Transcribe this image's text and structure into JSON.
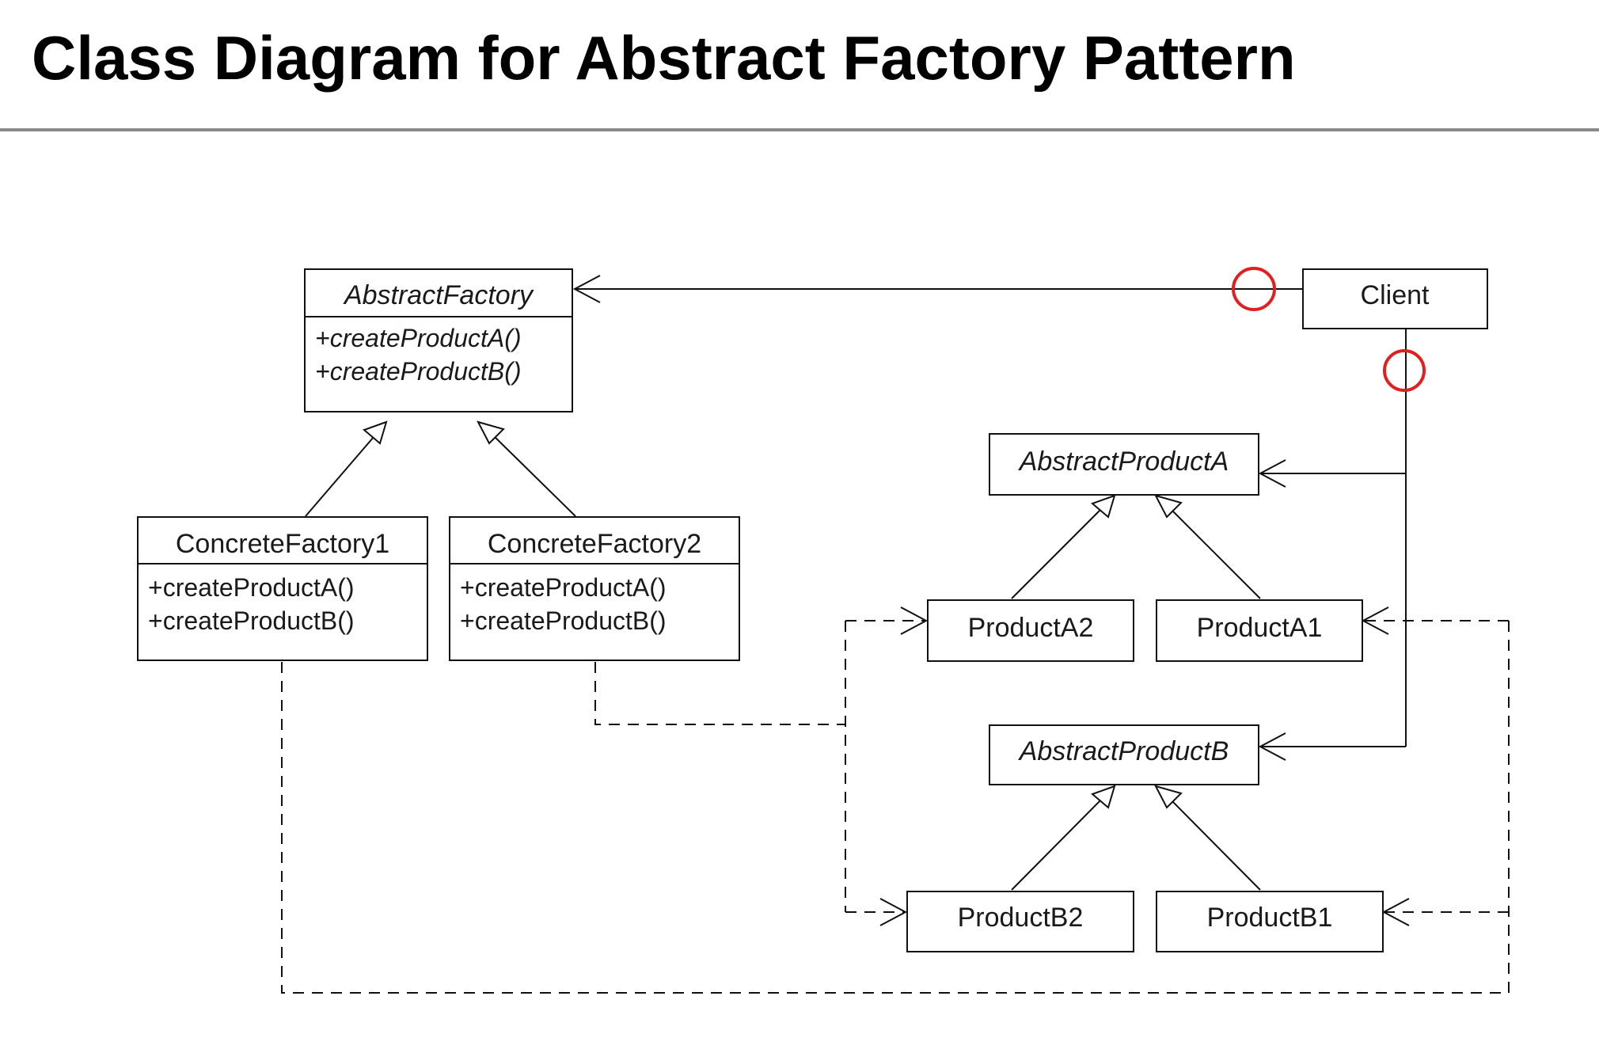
{
  "page": {
    "title": "Class Diagram for Abstract Factory Pattern"
  },
  "colors": {
    "highlight": "#e02020",
    "rule": "#8a8a8a",
    "ink": "#111111"
  },
  "classes": {
    "abstract_factory": {
      "name": "AbstractFactory",
      "ops": [
        "+createProductA()",
        "+createProductB()"
      ]
    },
    "concrete_factory1": {
      "name": "ConcreteFactory1",
      "ops": [
        "+createProductA()",
        "+createProductB()"
      ]
    },
    "concrete_factory2": {
      "name": "ConcreteFactory2",
      "ops": [
        "+createProductA()",
        "+createProductB()"
      ]
    },
    "client": {
      "name": "Client"
    },
    "abstract_product_a": {
      "name": "AbstractProductA"
    },
    "abstract_product_b": {
      "name": "AbstractProductB"
    },
    "product_a1": {
      "name": "ProductA1"
    },
    "product_a2": {
      "name": "ProductA2"
    },
    "product_b1": {
      "name": "ProductB1"
    },
    "product_b2": {
      "name": "ProductB2"
    }
  }
}
